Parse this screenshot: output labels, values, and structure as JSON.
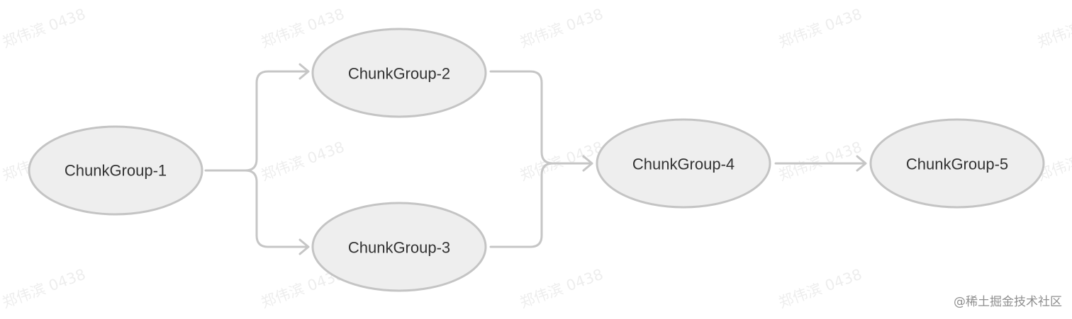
{
  "nodes": [
    {
      "id": "n1",
      "label": "ChunkGroup-1"
    },
    {
      "id": "n2",
      "label": "ChunkGroup-2"
    },
    {
      "id": "n3",
      "label": "ChunkGroup-3"
    },
    {
      "id": "n4",
      "label": "ChunkGroup-4"
    },
    {
      "id": "n5",
      "label": "ChunkGroup-5"
    }
  ],
  "edges": [
    {
      "from": "n1",
      "to": "n2"
    },
    {
      "from": "n1",
      "to": "n3"
    },
    {
      "from": "n2",
      "to": "n4"
    },
    {
      "from": "n3",
      "to": "n4"
    },
    {
      "from": "n4",
      "to": "n5"
    }
  ],
  "watermark": "郑伟滨 0438",
  "credit": "@稀土掘金技术社区",
  "colors": {
    "node_fill": "#eeeeee",
    "node_stroke": "#c4c4c4",
    "edge": "#c6c6c6",
    "text": "#333333"
  }
}
